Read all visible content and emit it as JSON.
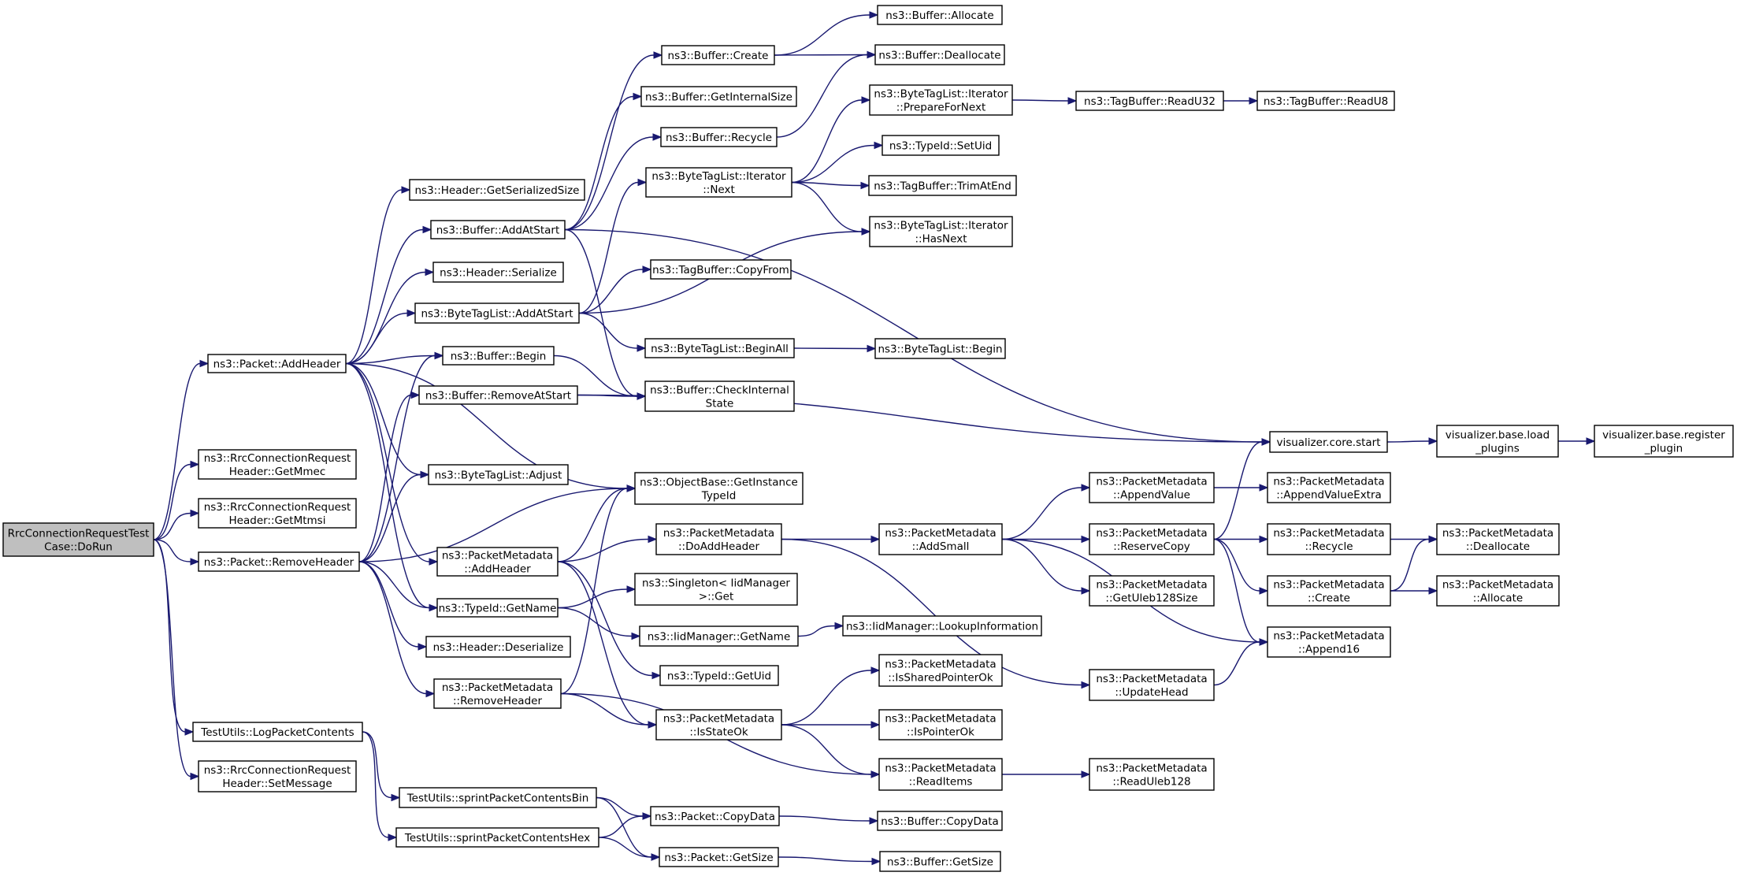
{
  "nodes": [
    {
      "id": "n0",
      "lines": [
        "RrcConnectionRequestTest",
        "Case::DoRun"
      ],
      "root": true
    },
    {
      "id": "n1",
      "lines": [
        "ns3::Packet::AddHeader"
      ]
    },
    {
      "id": "n2",
      "lines": [
        "ns3::RrcConnectionRequest",
        "Header::GetMmec"
      ]
    },
    {
      "id": "n3",
      "lines": [
        "ns3::RrcConnectionRequest",
        "Header::GetMtmsi"
      ]
    },
    {
      "id": "n4",
      "lines": [
        "ns3::Packet::RemoveHeader"
      ]
    },
    {
      "id": "n5",
      "lines": [
        "TestUtils::LogPacketContents"
      ]
    },
    {
      "id": "n6",
      "lines": [
        "ns3::RrcConnectionRequest",
        "Header::SetMessage"
      ]
    },
    {
      "id": "n7",
      "lines": [
        "ns3::Header::GetSerializedSize"
      ]
    },
    {
      "id": "n8",
      "lines": [
        "ns3::Buffer::AddAtStart"
      ]
    },
    {
      "id": "n9",
      "lines": [
        "ns3::Header::Serialize"
      ]
    },
    {
      "id": "n10",
      "lines": [
        "ns3::ByteTagList::AddAtStart"
      ]
    },
    {
      "id": "n11",
      "lines": [
        "ns3::Buffer::Begin"
      ]
    },
    {
      "id": "n12",
      "lines": [
        "ns3::Buffer::RemoveAtStart"
      ]
    },
    {
      "id": "n13",
      "lines": [
        "ns3::ByteTagList::Adjust"
      ]
    },
    {
      "id": "n14",
      "lines": [
        "ns3::PacketMetadata",
        "::AddHeader"
      ]
    },
    {
      "id": "n15",
      "lines": [
        "ns3::TypeId::GetName"
      ]
    },
    {
      "id": "n16",
      "lines": [
        "ns3::Header::Deserialize"
      ]
    },
    {
      "id": "n17",
      "lines": [
        "ns3::PacketMetadata",
        "::RemoveHeader"
      ]
    },
    {
      "id": "n18",
      "lines": [
        "TestUtils::sprintPacketContentsBin"
      ]
    },
    {
      "id": "n19",
      "lines": [
        "TestUtils::sprintPacketContentsHex"
      ]
    },
    {
      "id": "n20",
      "lines": [
        "ns3::Buffer::Create"
      ]
    },
    {
      "id": "n21",
      "lines": [
        "ns3::Buffer::GetInternalSize"
      ]
    },
    {
      "id": "n22",
      "lines": [
        "ns3::Buffer::Recycle"
      ]
    },
    {
      "id": "n23",
      "lines": [
        "ns3::ByteTagList::Iterator",
        "::Next"
      ]
    },
    {
      "id": "n24",
      "lines": [
        "ns3::TagBuffer::CopyFrom"
      ]
    },
    {
      "id": "n25",
      "lines": [
        "ns3::ByteTagList::BeginAll"
      ]
    },
    {
      "id": "n26",
      "lines": [
        "ns3::Buffer::CheckInternal",
        "State"
      ]
    },
    {
      "id": "n27",
      "lines": [
        "ns3::ObjectBase::GetInstance",
        "TypeId"
      ]
    },
    {
      "id": "n28",
      "lines": [
        "ns3::PacketMetadata",
        "::DoAddHeader"
      ]
    },
    {
      "id": "n29",
      "lines": [
        "ns3::Singleton< IidManager",
        ">::Get"
      ]
    },
    {
      "id": "n30",
      "lines": [
        "ns3::IidManager::GetName"
      ]
    },
    {
      "id": "n31",
      "lines": [
        "ns3::TypeId::GetUid"
      ]
    },
    {
      "id": "n32",
      "lines": [
        "ns3::PacketMetadata",
        "::IsStateOk"
      ]
    },
    {
      "id": "n33",
      "lines": [
        "ns3::Packet::CopyData"
      ]
    },
    {
      "id": "n34",
      "lines": [
        "ns3::Packet::GetSize"
      ]
    },
    {
      "id": "n35",
      "lines": [
        "ns3::Buffer::Allocate"
      ]
    },
    {
      "id": "n36",
      "lines": [
        "ns3::Buffer::Deallocate"
      ]
    },
    {
      "id": "n37",
      "lines": [
        "ns3::ByteTagList::Iterator",
        "::PrepareForNext"
      ]
    },
    {
      "id": "n38",
      "lines": [
        "ns3::TypeId::SetUid"
      ]
    },
    {
      "id": "n39",
      "lines": [
        "ns3::TagBuffer::TrimAtEnd"
      ]
    },
    {
      "id": "n40",
      "lines": [
        "ns3::ByteTagList::Iterator",
        "::HasNext"
      ]
    },
    {
      "id": "n41",
      "lines": [
        "ns3::ByteTagList::Begin"
      ]
    },
    {
      "id": "n42",
      "lines": [
        "ns3::PacketMetadata",
        "::AddSmall"
      ]
    },
    {
      "id": "n43",
      "lines": [
        "ns3::IidManager::LookupInformation"
      ]
    },
    {
      "id": "n44",
      "lines": [
        "ns3::PacketMetadata",
        "::IsSharedPointerOk"
      ]
    },
    {
      "id": "n45",
      "lines": [
        "ns3::PacketMetadata",
        "::IsPointerOk"
      ]
    },
    {
      "id": "n46",
      "lines": [
        "ns3::PacketMetadata",
        "::ReadItems"
      ]
    },
    {
      "id": "n47",
      "lines": [
        "ns3::Buffer::CopyData"
      ]
    },
    {
      "id": "n48",
      "lines": [
        "ns3::Buffer::GetSize"
      ]
    },
    {
      "id": "n49",
      "lines": [
        "ns3::TagBuffer::ReadU32"
      ]
    },
    {
      "id": "n50",
      "lines": [
        "ns3::PacketMetadata",
        "::AppendValue"
      ]
    },
    {
      "id": "n51",
      "lines": [
        "ns3::PacketMetadata",
        "::ReserveCopy"
      ]
    },
    {
      "id": "n52",
      "lines": [
        "ns3::PacketMetadata",
        "::GetUleb128Size"
      ]
    },
    {
      "id": "n53",
      "lines": [
        "ns3::PacketMetadata",
        "::UpdateHead"
      ]
    },
    {
      "id": "n54",
      "lines": [
        "ns3::PacketMetadata",
        "::ReadUleb128"
      ]
    },
    {
      "id": "n55",
      "lines": [
        "ns3::TagBuffer::ReadU8"
      ]
    },
    {
      "id": "n56",
      "lines": [
        "visualizer.core.start"
      ]
    },
    {
      "id": "n57",
      "lines": [
        "ns3::PacketMetadata",
        "::AppendValueExtra"
      ]
    },
    {
      "id": "n58",
      "lines": [
        "ns3::PacketMetadata",
        "::Recycle"
      ]
    },
    {
      "id": "n59",
      "lines": [
        "ns3::PacketMetadata",
        "::Create"
      ]
    },
    {
      "id": "n60",
      "lines": [
        "ns3::PacketMetadata",
        "::Append16"
      ]
    },
    {
      "id": "n61",
      "lines": [
        "visualizer.base.load",
        "_plugins"
      ]
    },
    {
      "id": "n62",
      "lines": [
        "ns3::PacketMetadata",
        "::Deallocate"
      ]
    },
    {
      "id": "n63",
      "lines": [
        "ns3::PacketMetadata",
        "::Allocate"
      ]
    },
    {
      "id": "n64",
      "lines": [
        "visualizer.base.register",
        "_plugin"
      ]
    }
  ],
  "edges": [
    [
      "n0",
      "n1"
    ],
    [
      "n0",
      "n2"
    ],
    [
      "n0",
      "n3"
    ],
    [
      "n0",
      "n4"
    ],
    [
      "n0",
      "n5"
    ],
    [
      "n0",
      "n6"
    ],
    [
      "n1",
      "n7"
    ],
    [
      "n1",
      "n8"
    ],
    [
      "n1",
      "n9"
    ],
    [
      "n1",
      "n10"
    ],
    [
      "n1",
      "n11"
    ],
    [
      "n1",
      "n13"
    ],
    [
      "n1",
      "n14"
    ],
    [
      "n1",
      "n15"
    ],
    [
      "n1",
      "n27"
    ],
    [
      "n4",
      "n11"
    ],
    [
      "n4",
      "n12"
    ],
    [
      "n4",
      "n13"
    ],
    [
      "n4",
      "n15"
    ],
    [
      "n4",
      "n16"
    ],
    [
      "n4",
      "n17"
    ],
    [
      "n4",
      "n27"
    ],
    [
      "n5",
      "n18"
    ],
    [
      "n5",
      "n19"
    ],
    [
      "n8",
      "n20"
    ],
    [
      "n8",
      "n21"
    ],
    [
      "n8",
      "n22"
    ],
    [
      "n8",
      "n26"
    ],
    [
      "n8",
      "n56"
    ],
    [
      "n10",
      "n23"
    ],
    [
      "n10",
      "n24"
    ],
    [
      "n10",
      "n25"
    ],
    [
      "n10",
      "n40"
    ],
    [
      "n11",
      "n26"
    ],
    [
      "n12",
      "n26"
    ],
    [
      "n12",
      "n56"
    ],
    [
      "n14",
      "n27"
    ],
    [
      "n14",
      "n28"
    ],
    [
      "n14",
      "n31"
    ],
    [
      "n14",
      "n32"
    ],
    [
      "n15",
      "n29"
    ],
    [
      "n15",
      "n30"
    ],
    [
      "n17",
      "n27"
    ],
    [
      "n17",
      "n32"
    ],
    [
      "n17",
      "n46"
    ],
    [
      "n18",
      "n33"
    ],
    [
      "n18",
      "n34"
    ],
    [
      "n19",
      "n33"
    ],
    [
      "n19",
      "n34"
    ],
    [
      "n20",
      "n35"
    ],
    [
      "n20",
      "n36"
    ],
    [
      "n22",
      "n36"
    ],
    [
      "n23",
      "n37"
    ],
    [
      "n23",
      "n38"
    ],
    [
      "n23",
      "n39"
    ],
    [
      "n23",
      "n40"
    ],
    [
      "n25",
      "n41"
    ],
    [
      "n28",
      "n42"
    ],
    [
      "n28",
      "n53"
    ],
    [
      "n30",
      "n43"
    ],
    [
      "n32",
      "n44"
    ],
    [
      "n32",
      "n45"
    ],
    [
      "n32",
      "n46"
    ],
    [
      "n33",
      "n47"
    ],
    [
      "n34",
      "n48"
    ],
    [
      "n37",
      "n49"
    ],
    [
      "n49",
      "n55"
    ],
    [
      "n42",
      "n50"
    ],
    [
      "n42",
      "n51"
    ],
    [
      "n42",
      "n52"
    ],
    [
      "n42",
      "n60"
    ],
    [
      "n46",
      "n54"
    ],
    [
      "n50",
      "n57"
    ],
    [
      "n51",
      "n56"
    ],
    [
      "n51",
      "n58"
    ],
    [
      "n51",
      "n59"
    ],
    [
      "n51",
      "n60"
    ],
    [
      "n53",
      "n60"
    ],
    [
      "n56",
      "n61"
    ],
    [
      "n61",
      "n64"
    ],
    [
      "n58",
      "n62"
    ],
    [
      "n59",
      "n62"
    ],
    [
      "n59",
      "n63"
    ]
  ]
}
